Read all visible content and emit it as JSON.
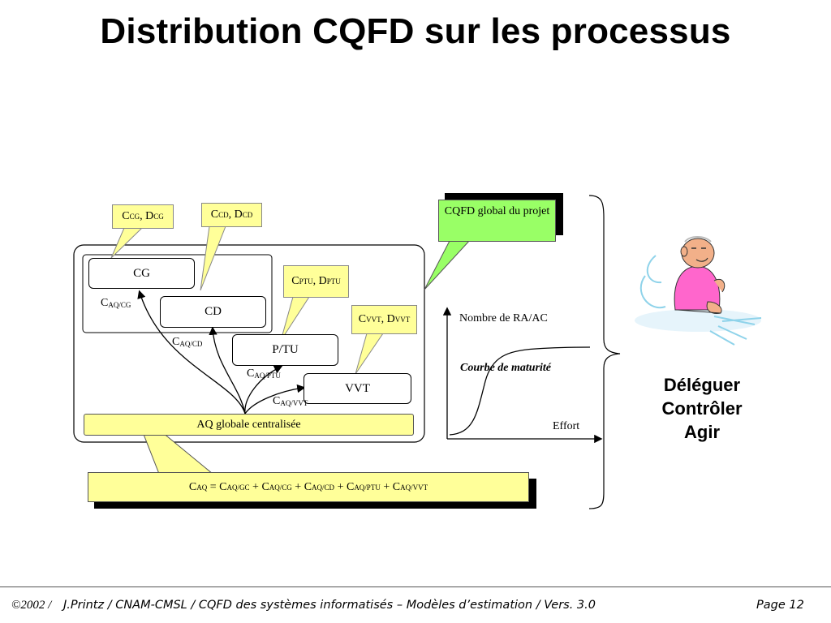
{
  "slide": {
    "title": "Distribution CQFD sur les processus"
  },
  "processes": {
    "cg": "CG",
    "cd": "CD",
    "ptu": "P/TU",
    "vvt": "VVT",
    "aq_bar": "AQ globale centralisée"
  },
  "callouts": {
    "cg": {
      "c": "C",
      "c_sub": "CG",
      "sep": ", ",
      "d": "D",
      "d_sub": "CG"
    },
    "cd": {
      "c": "C",
      "c_sub": "CD",
      "sep": ", ",
      "d": "D",
      "d_sub": "CD"
    },
    "ptu": {
      "c": "C",
      "c_sub": "PTU",
      "sep": ", ",
      "d": "D",
      "d_sub": "PTU"
    },
    "vvt": {
      "c": "C",
      "c_sub": "VVT",
      "sep": ", ",
      "d": "D",
      "d_sub": "VVT"
    },
    "cqfd_global": "CQFD global du projet"
  },
  "arrow_labels": {
    "aq_cg": {
      "c": "C",
      "sub": "AQ/CG"
    },
    "aq_cd": {
      "c": "C",
      "sub": "AQ/CD"
    },
    "aq_ptu": {
      "c": "C",
      "sub": "AQ/PTU"
    },
    "aq_vvt": {
      "c": "C",
      "sub": "AQ/VVT"
    }
  },
  "formula": {
    "t1": "C",
    "s1": "AQ",
    "eq": " = ",
    "t2": "C",
    "s2": "AQ/GC",
    "p2": " + ",
    "t3": "C",
    "s3": "AQ/CG",
    "p3": " + ",
    "t4": "C",
    "s4": "AQ/CD",
    "p4": " + ",
    "t5": "C",
    "s5": "AQ/PTU",
    "p5": " + ",
    "t6": "C",
    "s6": "AQ/VVT"
  },
  "maturity_chart": {
    "ylabel": "Nombre de RA/AC",
    "xlabel": "Effort",
    "curve_label": "Courbe de maturité"
  },
  "actions": {
    "line1": "Déléguer",
    "line2": "Contrôler",
    "line3": "Agir"
  },
  "footer": {
    "copyright": "©2002 /",
    "source": "J.Printz / CNAM-CMSL / CQFD des systèmes informatisés – Modèles d’estimation / Vers. 3.0",
    "page": "Page 12"
  },
  "colors": {
    "callout_yellow": "#ffff99",
    "callout_green": "#99ff66",
    "figure_pink": "#ff66cc",
    "skin": "#f2b089"
  }
}
